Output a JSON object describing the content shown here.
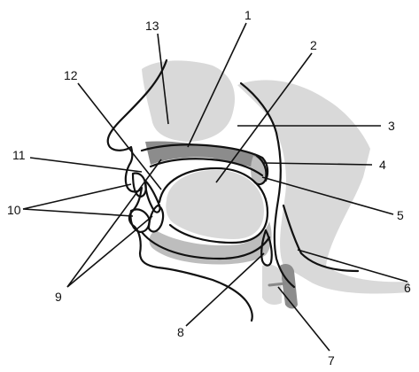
{
  "colors": {
    "background": "#ffffff",
    "light_gray": "#d9d9d9",
    "mid_gray": "#bdbdbd",
    "dark_gray": "#8c8c8c",
    "outline": "#111111"
  },
  "labels": [
    "1",
    "2",
    "3",
    "4",
    "5",
    "6",
    "7",
    "8",
    "9",
    "10",
    "11",
    "12",
    "13"
  ]
}
